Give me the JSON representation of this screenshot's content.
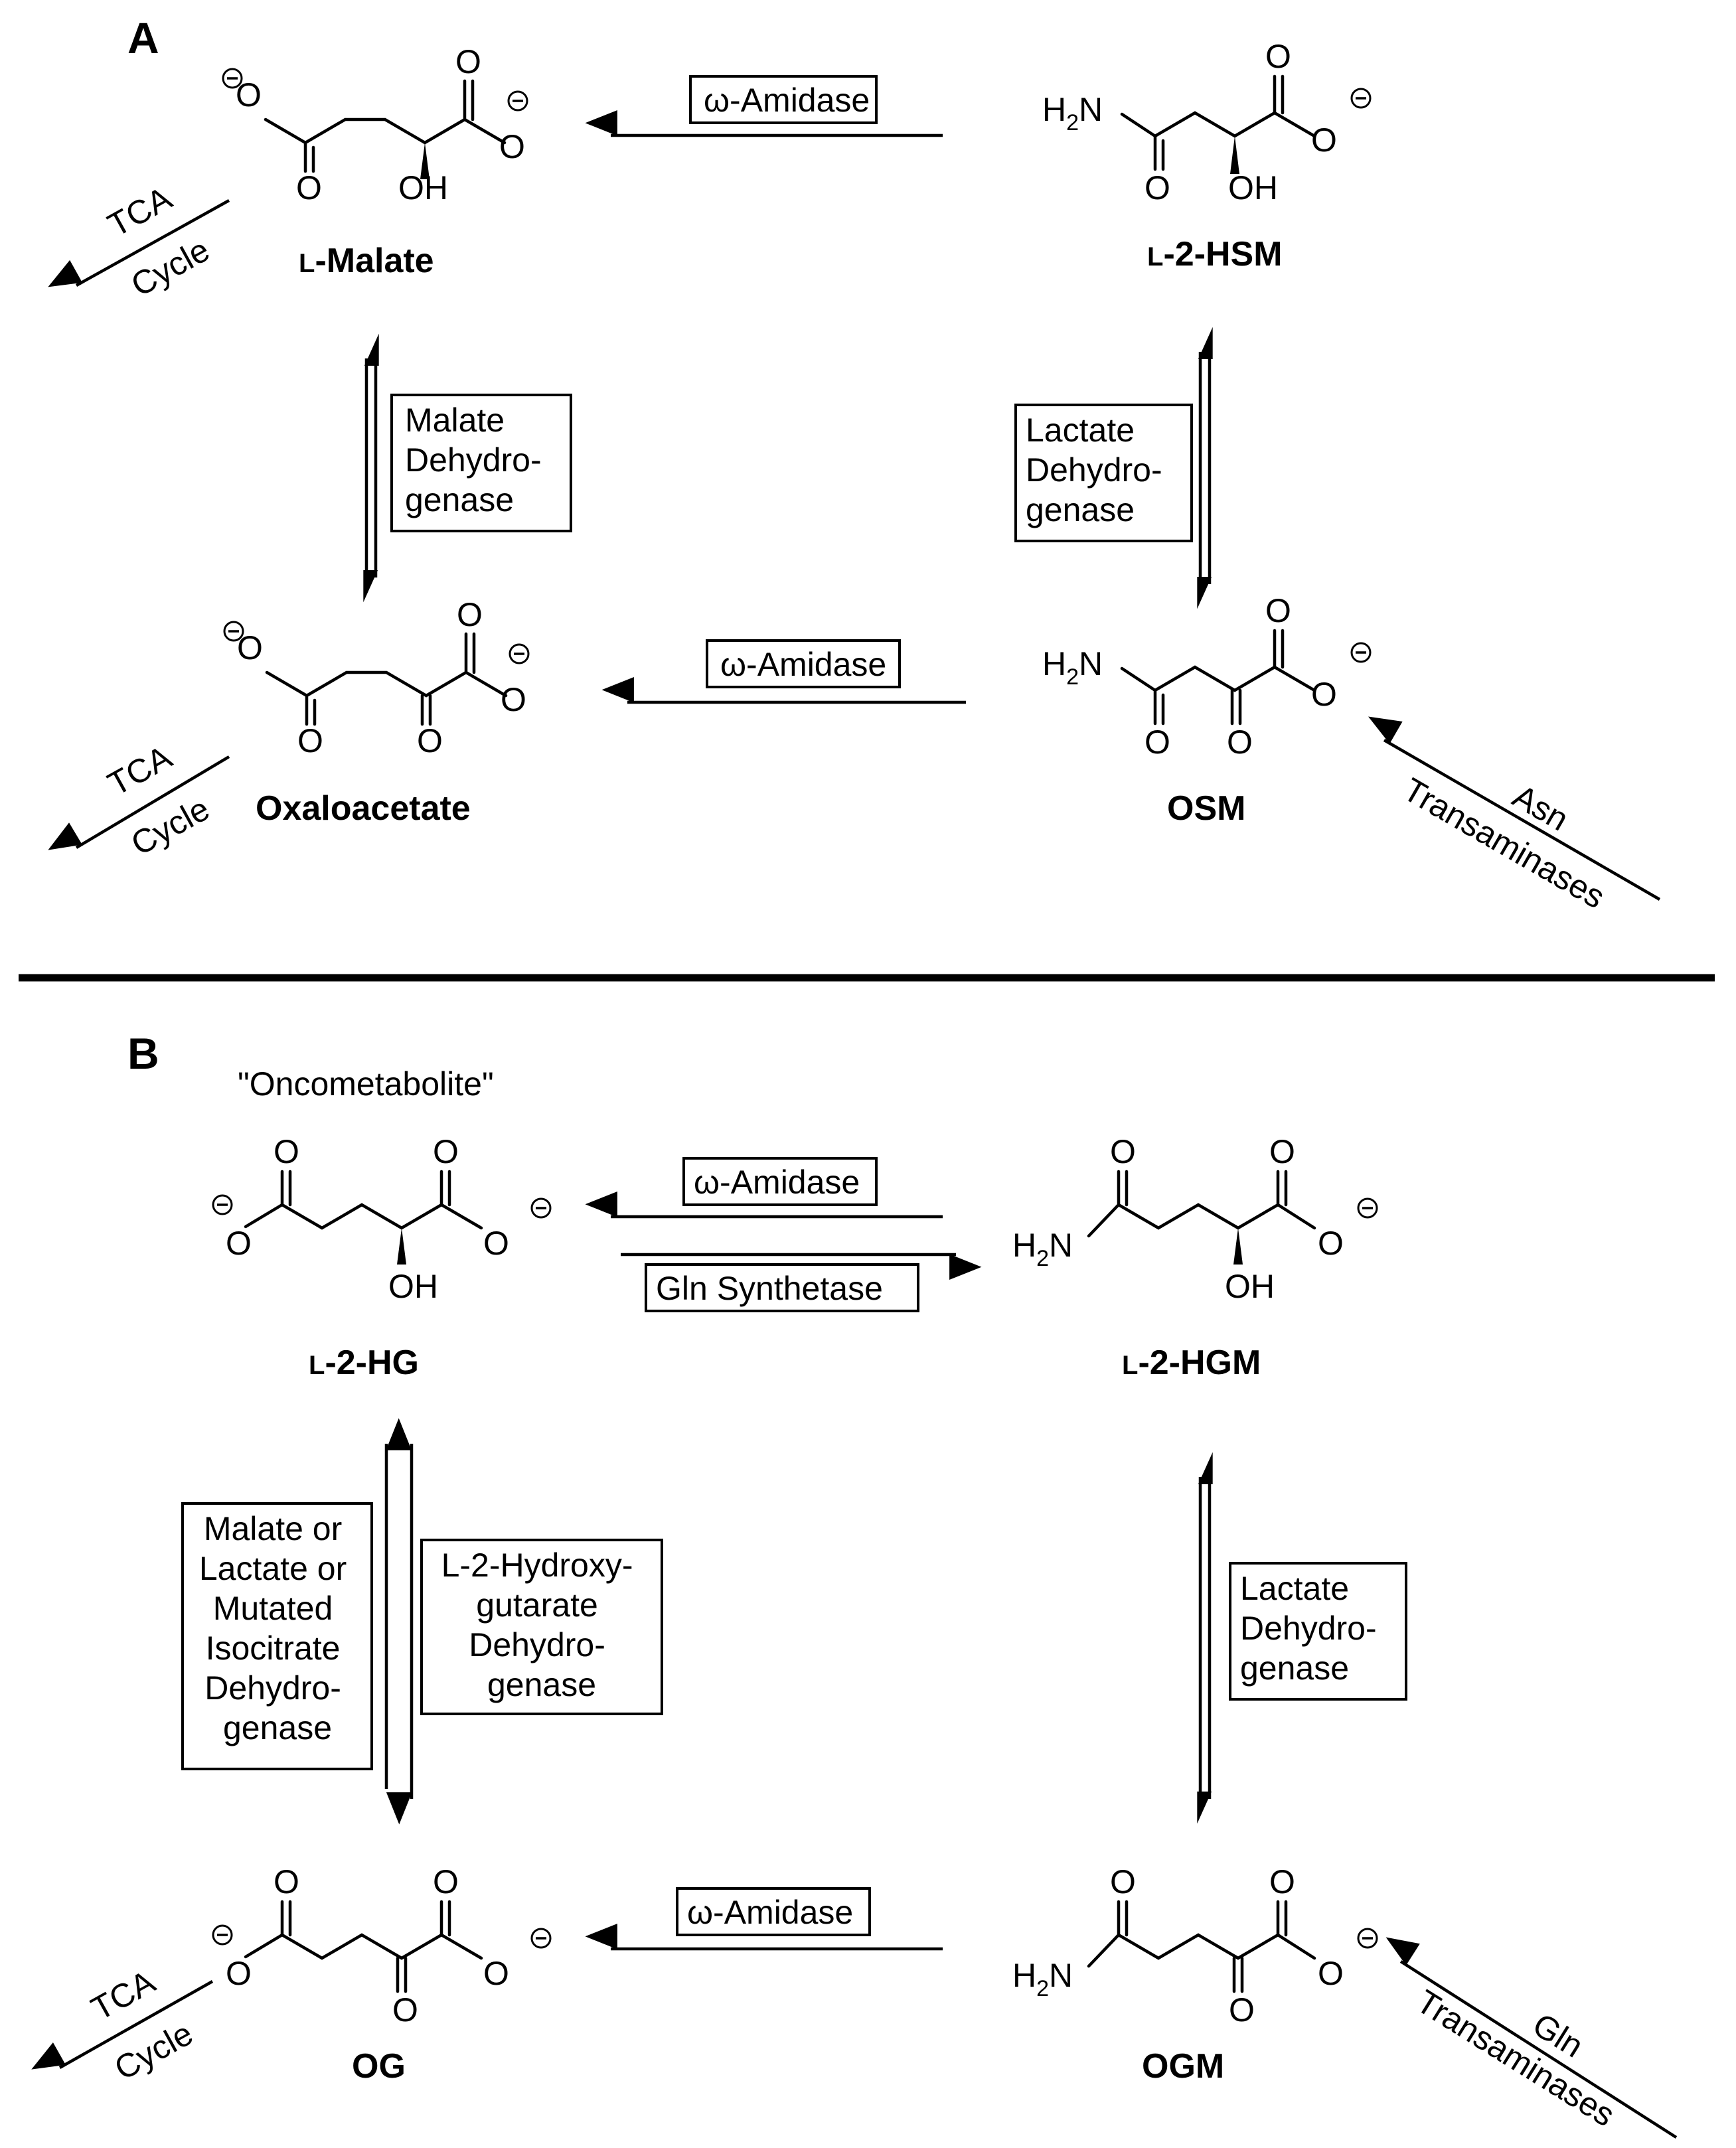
{
  "panels": {
    "a": "A",
    "b": "B"
  },
  "panel_a": {
    "compounds": {
      "malate": {
        "prefix": "L",
        "name": "-Malate"
      },
      "hsm": {
        "prefix": "L",
        "name": "-2-HSM"
      },
      "oxaloacetate": {
        "name": "Oxaloacetate"
      },
      "osm": {
        "name": "OSM"
      }
    },
    "enzymes": {
      "top_amidase": "ω-Amidase",
      "bottom_amidase": "ω-Amidase",
      "malate_dh": [
        "Malate",
        "Dehydro-",
        "genase"
      ],
      "lactate_dh": [
        "Lactate",
        "Dehydro-",
        "genase"
      ]
    },
    "side_labels": {
      "tca_top": [
        "TCA",
        "Cycle"
      ],
      "tca_bottom": [
        "TCA",
        "Cycle"
      ],
      "asn": [
        "Asn",
        "Transaminases"
      ]
    }
  },
  "panel_b": {
    "note": "\"Oncometabolite\"",
    "compounds": {
      "hg": {
        "prefix": "L",
        "name": "-2-HG"
      },
      "hgm": {
        "prefix": "L",
        "name": "-2-HGM"
      },
      "og": {
        "name": "OG"
      },
      "ogm": {
        "name": "OGM"
      }
    },
    "enzymes": {
      "top_amidase": "ω-Amidase",
      "gln_synthetase": "Gln Synthetase",
      "bottom_amidase": "ω-Amidase",
      "mutated_dh": [
        "Malate or",
        "Lactate or",
        "Mutated",
        "Isocitrate",
        "Dehydro-",
        "genase"
      ],
      "hg_dh": [
        "L-2-Hydroxy-",
        "gutarate",
        "Dehydro-",
        "genase"
      ],
      "lactate_dh": [
        "Lactate",
        "Dehydro-",
        "genase"
      ]
    },
    "side_labels": {
      "tca": [
        "TCA",
        "Cycle"
      ],
      "gln": [
        "Gln",
        "Transaminases"
      ]
    }
  },
  "atoms": {
    "o": "O",
    "oh": "OH",
    "h2n_h": "H",
    "h2n_sub": "2",
    "h2n_n": "N"
  }
}
